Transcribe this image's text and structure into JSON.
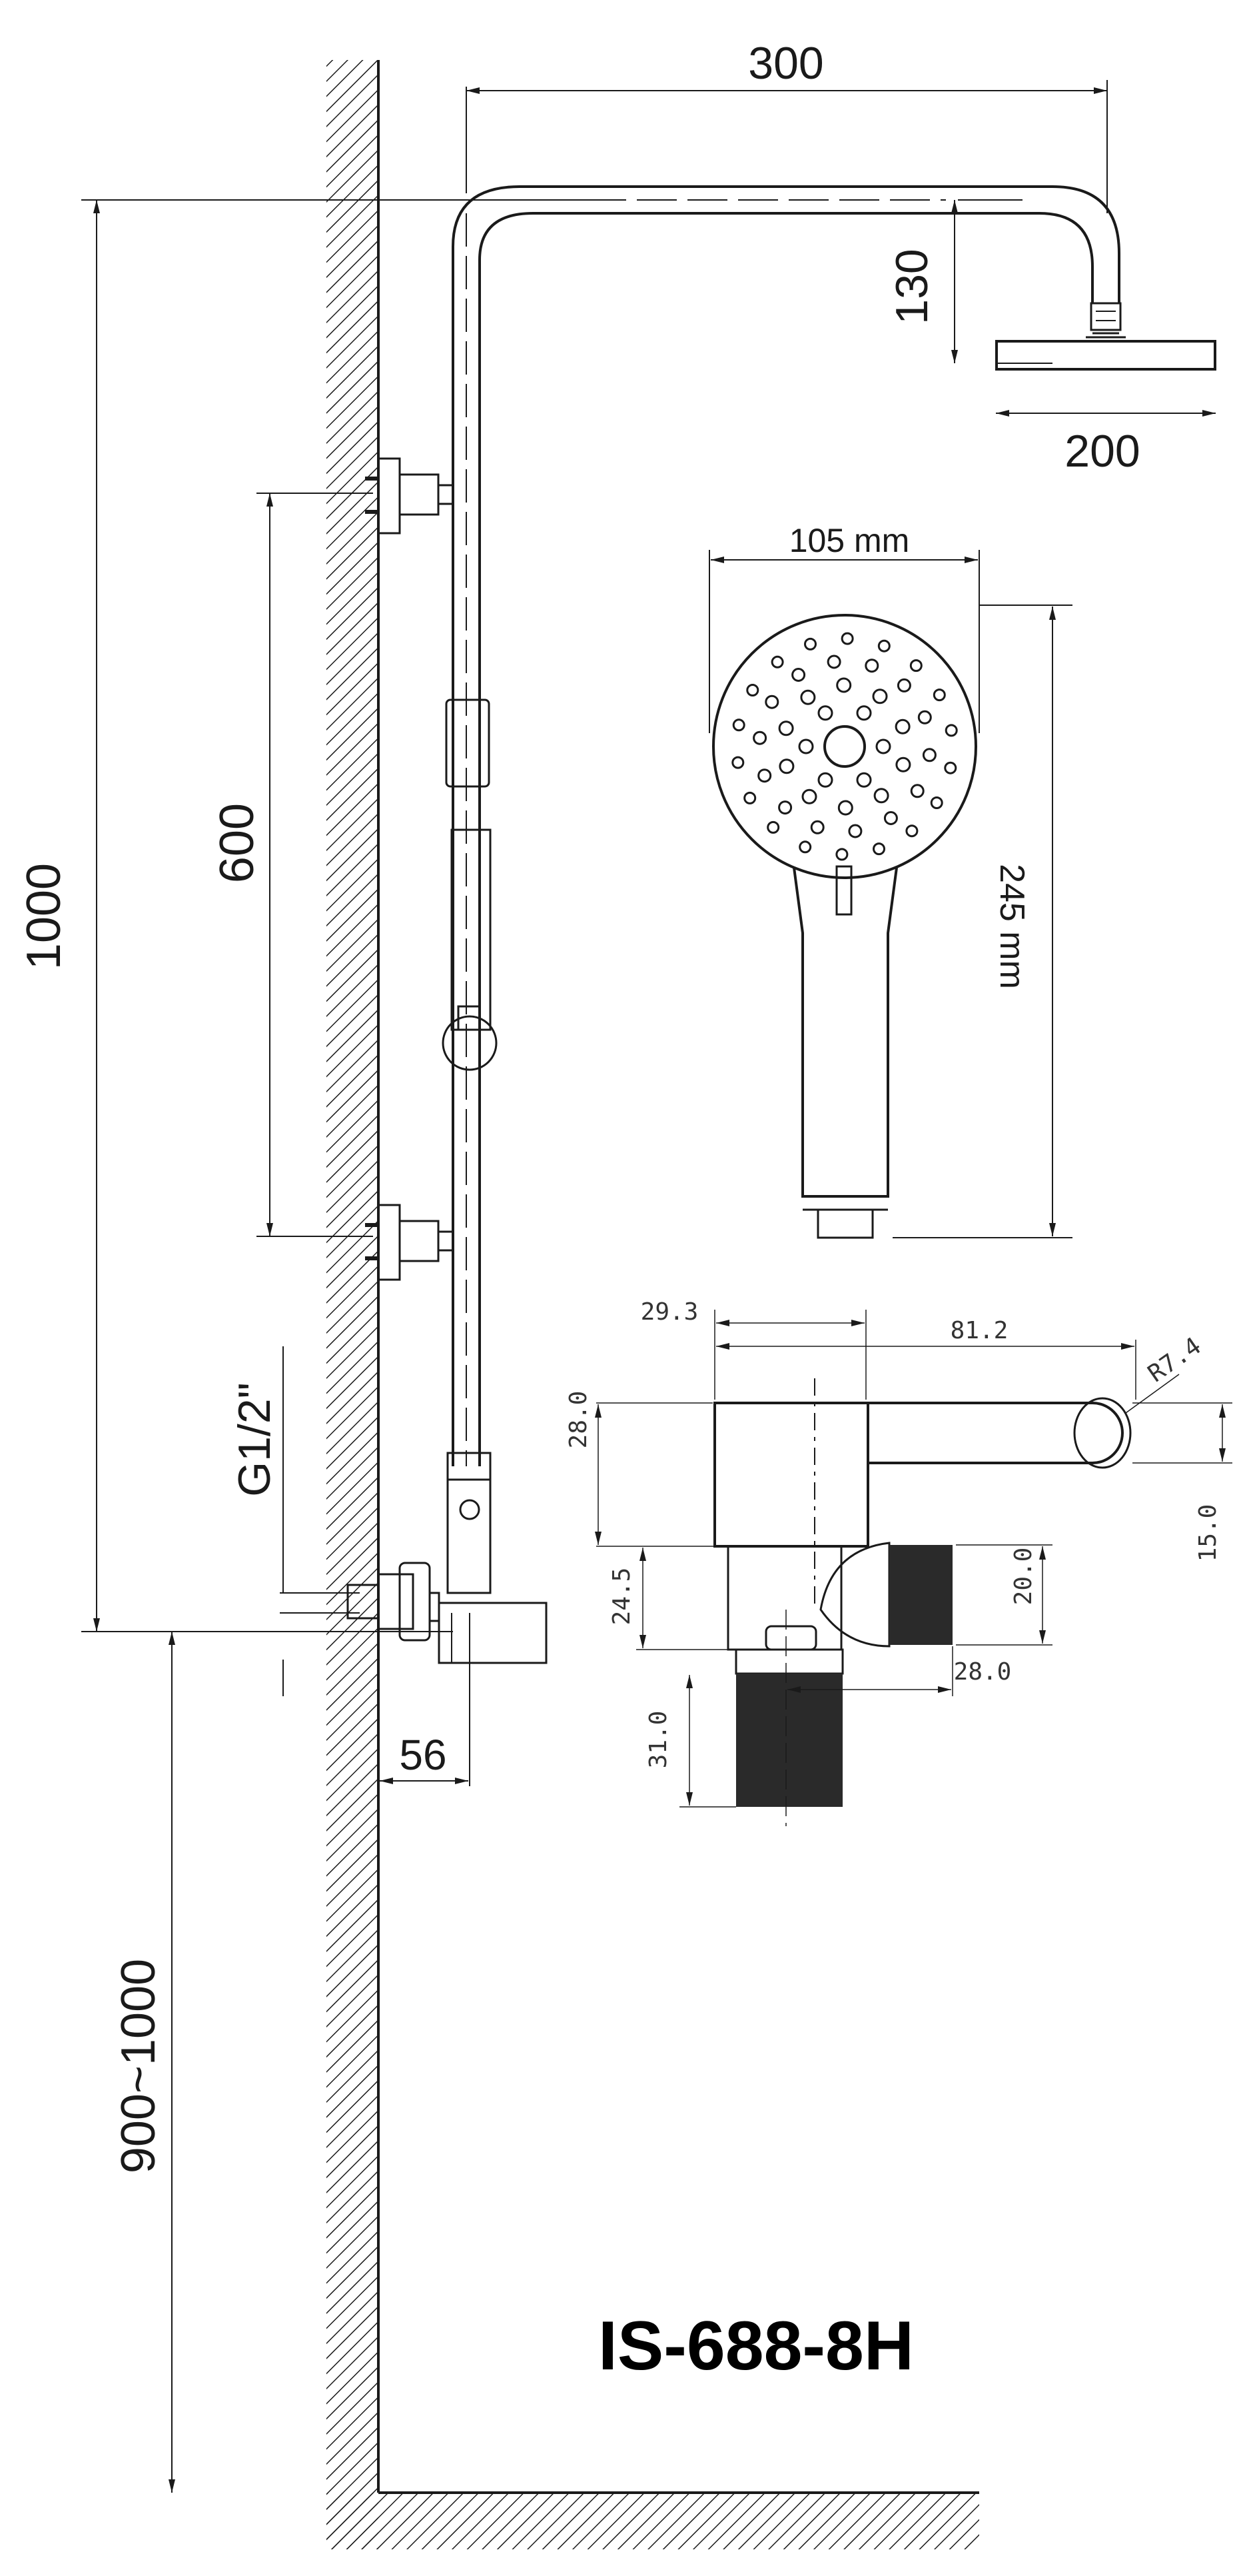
{
  "labels": {
    "top_arm_length": "300",
    "drop_height": "130",
    "head_width": "200",
    "column_height": "1000",
    "bracket_spacing": "600",
    "thread": "G1/2\"",
    "wall_offset": "56",
    "install_height": "900~1000",
    "handshower_width": "105 mm",
    "handshower_length": "245 mm"
  },
  "diverter": {
    "d1": "29.3",
    "d2": "81.2",
    "radius": "R7.4",
    "d3": "28.0",
    "d4": "15.0",
    "d5": "24.5",
    "d6": "20.0",
    "d7": "28.0",
    "d8": "31.0"
  },
  "model": "IS-688-8H",
  "colors": {
    "ink": "#1a1a1a",
    "background": "#ffffff"
  }
}
